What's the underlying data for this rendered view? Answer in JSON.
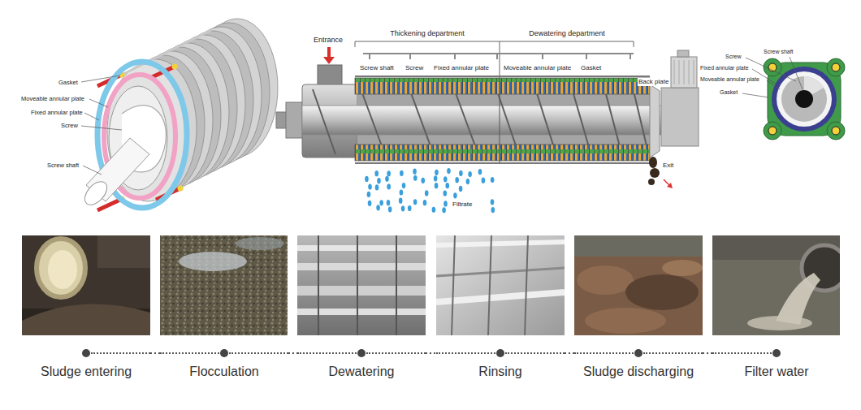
{
  "diagram": {
    "nodes": [
      {
        "text": [
          "Sludge entering"
        ]
      },
      {
        "text": [
          "Flocculation"
        ]
      },
      {
        "text": [
          "Dewatering"
        ]
      },
      {
        "text": [
          "Rinsing"
        ]
      },
      {
        "text": [
          "Sludge discharging"
        ]
      },
      {
        "text": [
          "Filter water"
        ]
      }
    ],
    "edges": [
      {
        "from": 0,
        "to": 1,
        "arrow": "none"
      },
      {
        "from": 1,
        "to": 2,
        "arrow": "none"
      },
      {
        "from": 2,
        "to": 3,
        "arrow": "none"
      },
      {
        "from": 3,
        "to": 4,
        "arrow": "none"
      },
      {
        "from": 4,
        "to": 5,
        "arrow": "none"
      }
    ],
    "labels": [
      "Gasket",
      "Moveable annular plate",
      "Fixed annular plate",
      "Screw",
      "Screw shaft",
      "Entrance",
      "Thickening department",
      "Dewatering department",
      "Screw shaft",
      "Screw",
      "Fixed annular plate",
      "Moveable annular plate",
      "Gasket",
      "Back plate",
      "Exit",
      "Filtrate",
      "Screw",
      "Screw shaft",
      "Fixed annular plate",
      "Moveable annular plate",
      "Gasket"
    ]
  }
}
